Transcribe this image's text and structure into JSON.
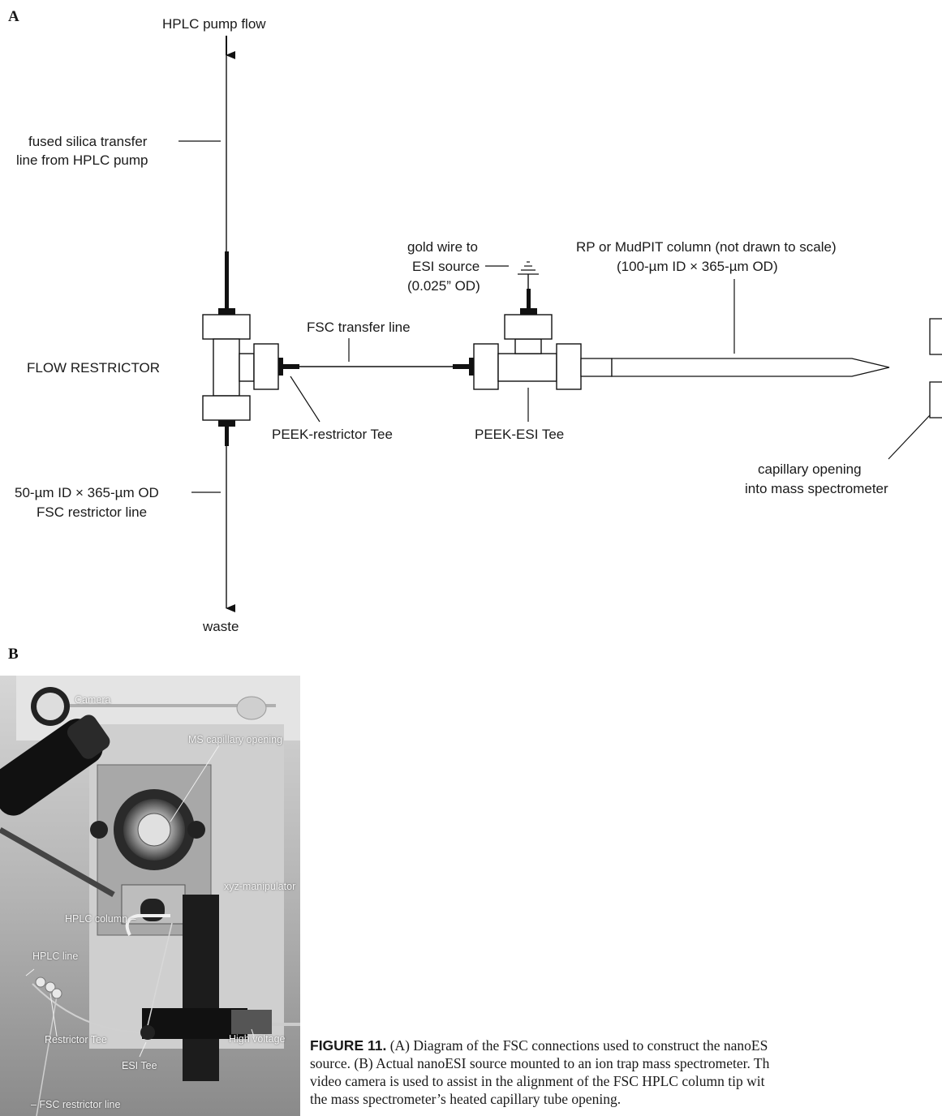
{
  "panel_a": {
    "letter": "A",
    "labels": {
      "hplc_pump_flow": "HPLC pump flow",
      "transfer_line_1": "fused silica transfer",
      "transfer_line_2": "line from HPLC pump",
      "flow_restrictor": "FLOW RESTRICTOR",
      "peek_restrictor_tee": "PEEK-restrictor Tee",
      "restrictor_line_1": "50-µm ID × 365-µm OD",
      "restrictor_line_2": "FSC restrictor line",
      "waste": "waste",
      "fsc_transfer_line": "FSC transfer line",
      "gold_wire_1": "gold wire to",
      "gold_wire_2": "ESI source",
      "gold_wire_3": "(0.025” OD)",
      "peek_esi_tee": "PEEK-ESI Tee",
      "column_1": "RP or MudPIT column (not drawn to scale)",
      "column_2": "(100-µm ID × 365-µm OD)",
      "capillary_1": "capillary opening",
      "capillary_2": "into mass spectrometer"
    }
  },
  "panel_b": {
    "letter": "B",
    "photo_labels": {
      "camera": "Camera",
      "ms_capillary_opening": "MS capillary opening",
      "xyz_manipulator": "xyz-manipulator",
      "hplc_column": "HPLC column –",
      "hplc_line": "HPLC line",
      "restrictor_tee": "Restrictor Tee",
      "esi_tee": "ESI Tee",
      "high_voltage": "High voltage",
      "fsc_restrictor_line": "– FSC restrictor line"
    }
  },
  "caption": {
    "figure_label": "FIGURE 11.",
    "line_1": " (A) Diagram of the FSC connections used to construct the nanoES",
    "line_2": "source. (B) Actual nanoESI source mounted to an ion trap mass spectrometer. Th",
    "line_3": "video camera is used to assist in the alignment of the FSC HPLC column tip wit",
    "line_4": "the mass spectrometer’s heated capillary tube opening."
  }
}
